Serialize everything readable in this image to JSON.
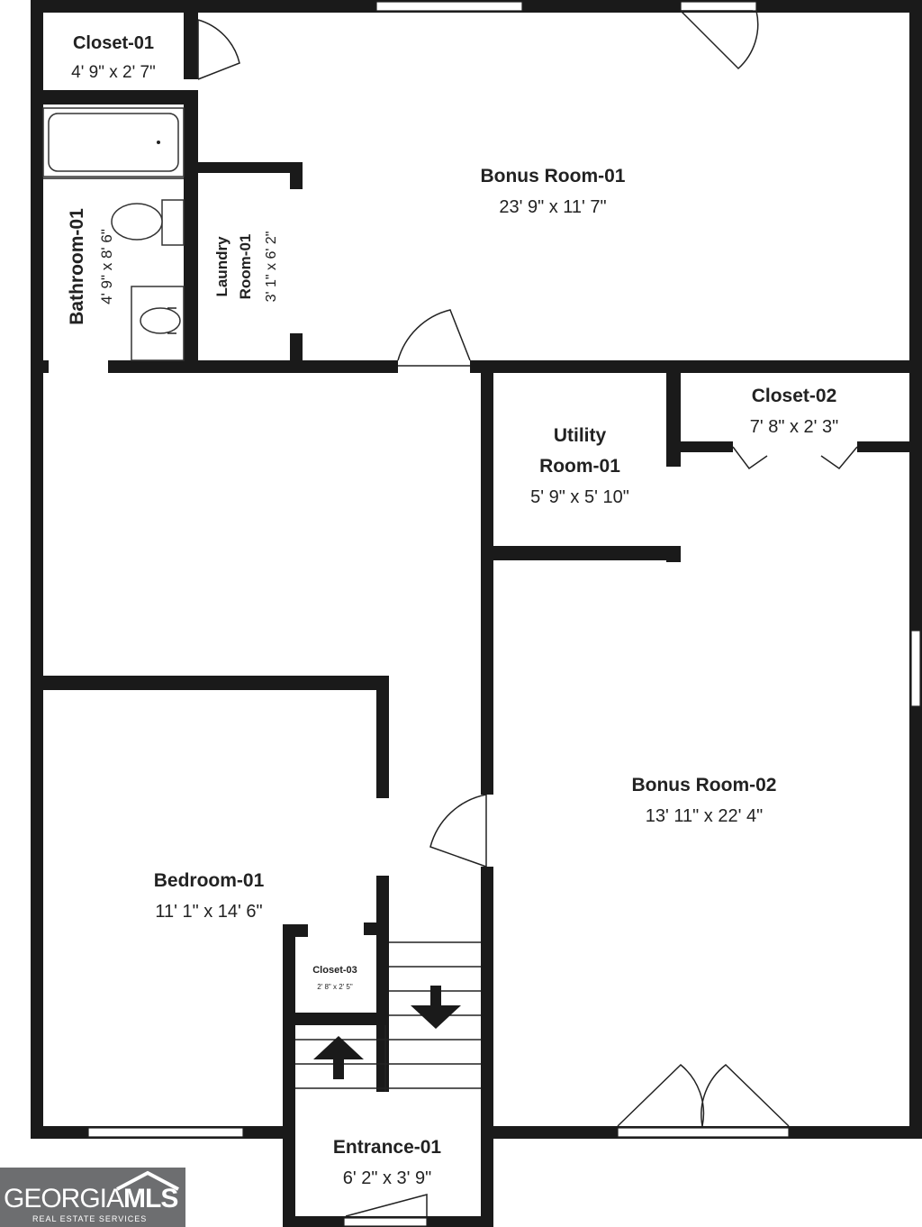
{
  "rooms": {
    "closet01": {
      "name": "Closet-01",
      "dims": "4' 9\" x 2' 7\""
    },
    "bonus01": {
      "name": "Bonus Room-01",
      "dims": "23' 9\" x 11' 7\""
    },
    "bathroom01": {
      "name": "Bathroom-01",
      "dims": "4' 9\" x 8' 6\""
    },
    "laundry01": {
      "name_line1": "Laundry",
      "name_line2": "Room-01",
      "dims": "3' 1\" x 6' 2\""
    },
    "utility01": {
      "name_line1": "Utility",
      "name_line2": "Room-01",
      "dims": "5' 9\" x 5' 10\""
    },
    "closet02": {
      "name": "Closet-02",
      "dims": "7' 8\" x 2' 3\""
    },
    "bonus02": {
      "name": "Bonus Room-02",
      "dims": "13' 11\" x 22' 4\""
    },
    "bedroom01": {
      "name": "Bedroom-01",
      "dims": "11' 1\" x 14' 6\""
    },
    "closet03": {
      "name": "Closet-03",
      "dims": "2' 8\" x 2' 5\""
    },
    "entrance01": {
      "name": "Entrance-01",
      "dims": "6' 2\" x 3' 9\""
    }
  },
  "logo": {
    "brand_regular": "GEORGIA",
    "brand_bold": "MLS",
    "subtitle": "REAL ESTATE SERVICES"
  },
  "colors": {
    "wall": "#1a1a1a",
    "logo_bg": "#6d6e70"
  }
}
